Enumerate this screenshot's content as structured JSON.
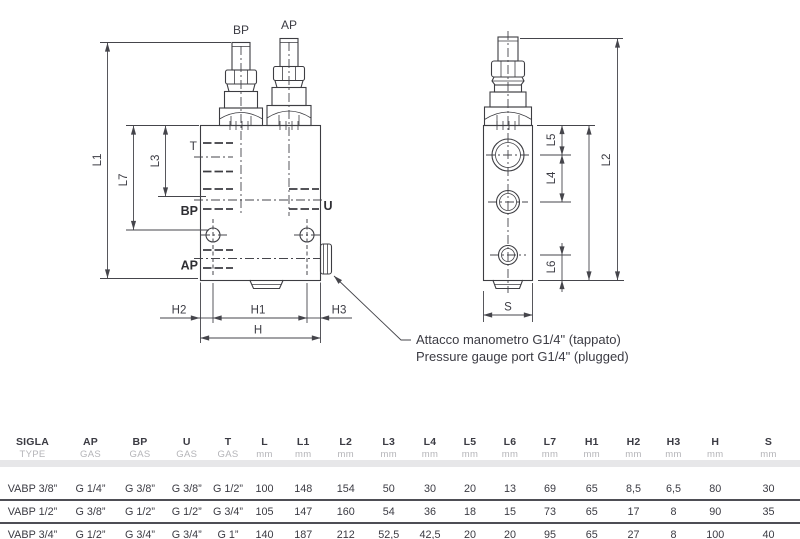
{
  "colors": {
    "line": "#3d3d42",
    "dim_line": "#45454b",
    "text_dark": "#3b3b43",
    "text_light": "#b4b4b8",
    "band": "#e7e7e9",
    "separator": "#4e4e55"
  },
  "drawing": {
    "front_view": {
      "top_labels": {
        "bp": "BP",
        "ap": "AP"
      },
      "port_labels": {
        "t": "T",
        "bp": "BP",
        "ap": "AP",
        "u": "U"
      },
      "dim_labels": {
        "l1": "L1",
        "l7": "L7",
        "l3": "L3",
        "h2": "H2",
        "h1": "H1",
        "h3": "H3",
        "h": "H"
      }
    },
    "side_view": {
      "dim_labels": {
        "l5": "L5",
        "l4": "L4",
        "l6": "L6",
        "l2": "L2",
        "s": "S"
      }
    },
    "annotation": {
      "line1": "Attacco manometro G1/4\" (tappato)",
      "line2": "Pressure gauge port G1/4\" (plugged)"
    }
  },
  "table": {
    "columns": [
      {
        "name": "SIGLA",
        "unit": "TYPE"
      },
      {
        "name": "AP",
        "unit": "GAS"
      },
      {
        "name": "BP",
        "unit": "GAS"
      },
      {
        "name": "U",
        "unit": "GAS"
      },
      {
        "name": "T",
        "unit": "GAS"
      },
      {
        "name": "L",
        "unit": "mm"
      },
      {
        "name": "L1",
        "unit": "mm"
      },
      {
        "name": "L2",
        "unit": "mm"
      },
      {
        "name": "L3",
        "unit": "mm"
      },
      {
        "name": "L4",
        "unit": "mm"
      },
      {
        "name": "L5",
        "unit": "mm"
      },
      {
        "name": "L6",
        "unit": "mm"
      },
      {
        "name": "L7",
        "unit": "mm"
      },
      {
        "name": "H1",
        "unit": "mm"
      },
      {
        "name": "H2",
        "unit": "mm"
      },
      {
        "name": "H3",
        "unit": "mm"
      },
      {
        "name": "H",
        "unit": "mm"
      },
      {
        "name": "S",
        "unit": "mm"
      }
    ],
    "rows": [
      [
        "VABP 3/8”",
        "G 1/4”",
        "G 3/8”",
        "G 3/8”",
        "G 1/2”",
        "100",
        "148",
        "154",
        "50",
        "30",
        "20",
        "13",
        "69",
        "65",
        "8,5",
        "6,5",
        "80",
        "30"
      ],
      [
        "VABP 1/2”",
        "G 3/8”",
        "G 1/2”",
        "G 1/2”",
        "G 3/4”",
        "105",
        "147",
        "160",
        "54",
        "36",
        "18",
        "15",
        "73",
        "65",
        "17",
        "8",
        "90",
        "35"
      ],
      [
        "VABP 3/4”",
        "G 1/2”",
        "G 3/4”",
        "G 3/4”",
        "G 1”",
        "140",
        "187",
        "212",
        "52,5",
        "42,5",
        "20",
        "20",
        "95",
        "65",
        "27",
        "8",
        "100",
        "40"
      ]
    ]
  }
}
